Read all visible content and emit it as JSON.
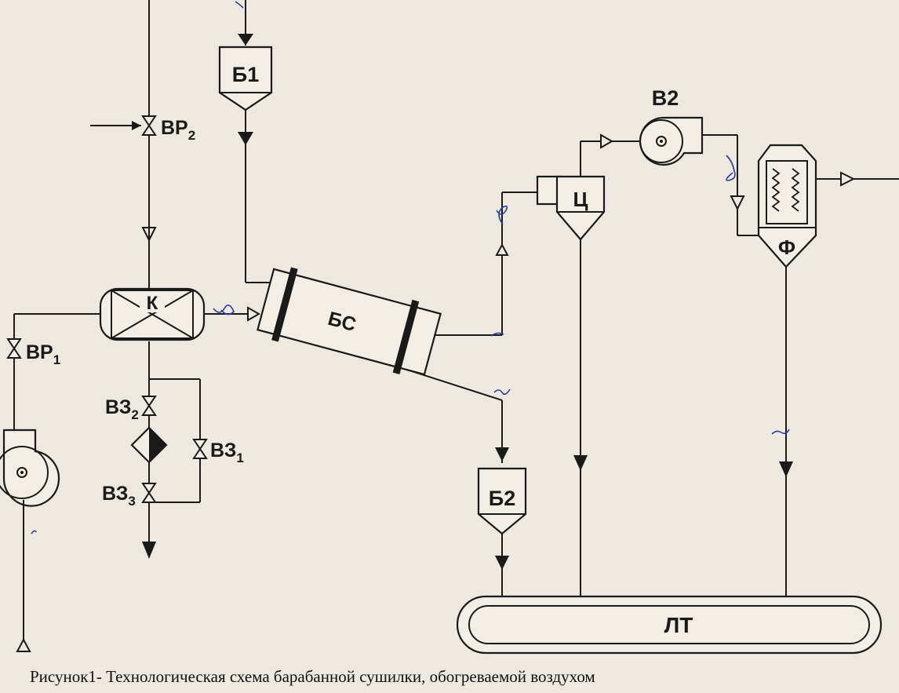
{
  "equipment": {
    "b1": "Б1",
    "b2": "Б2",
    "bs": "БС",
    "k": "К",
    "ts": "Ц",
    "f": "Ф",
    "v2": "В2",
    "lt": "ЛТ"
  },
  "valves": {
    "vr1": "ВР",
    "vr1_sub": "1",
    "vr2": "ВР",
    "vr2_sub": "2",
    "vz1": "ВЗ",
    "vz1_sub": "1",
    "vz2": "ВЗ",
    "vz2_sub": "2",
    "vz3": "ВЗ",
    "vz3_sub": "3"
  },
  "caption": "Рисунок1- Технологическая схема барабанной сушилки, обогреваемой воздухом",
  "colors": {
    "paper": "#ede8e0",
    "ink": "#1a1a1a",
    "handwriting": "#2b3c9a"
  }
}
